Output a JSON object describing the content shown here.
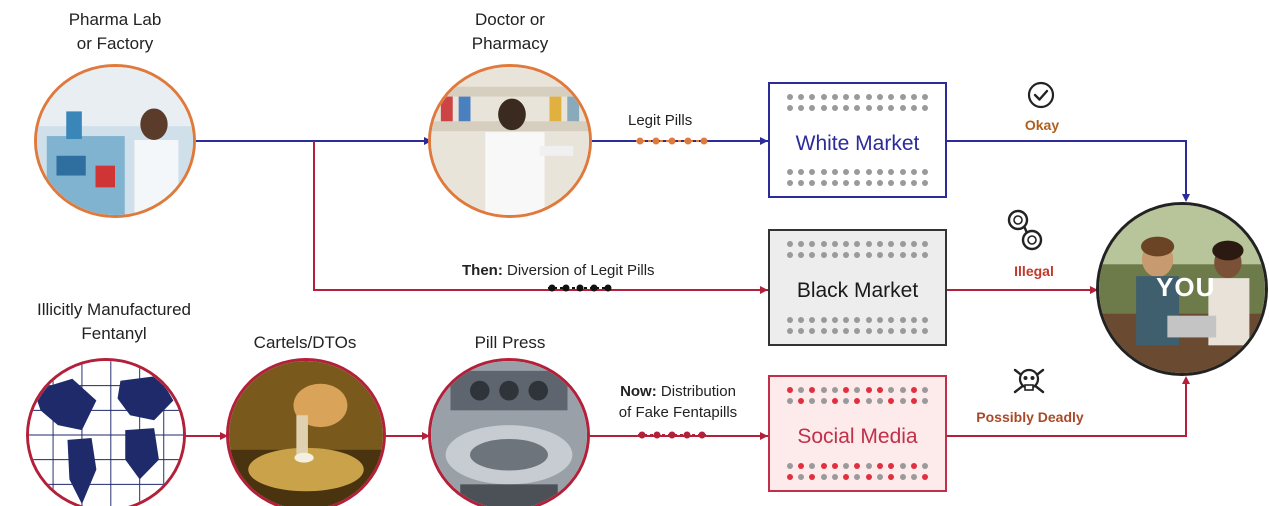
{
  "sources": {
    "pharma": {
      "line1": "Pharma Lab",
      "line2": "or Factory"
    },
    "doctor": {
      "line1": "Doctor or",
      "line2": "Pharmacy"
    },
    "illicit": {
      "line1": "Illicitly Manufactured",
      "line2": "Fentanyl"
    },
    "cartels": {
      "label": "Cartels/DTOs"
    },
    "press": {
      "label": "Pill Press"
    }
  },
  "flows": {
    "legit": {
      "label": "Legit Pills"
    },
    "then": {
      "prefix": "Then:",
      "text": "Diversion of Legit Pills"
    },
    "now": {
      "prefix": "Now:",
      "text1": "Distribution",
      "text2": "of Fake Fentapills"
    }
  },
  "markets": {
    "white": {
      "name": "White Market",
      "color": "#2b2b9a"
    },
    "black": {
      "name": "Black Market",
      "color": "#333333"
    },
    "social": {
      "name": "Social Media",
      "color": "#c0304a"
    }
  },
  "outcomes": {
    "okay": {
      "label": "Okay",
      "icon": "check-circle-icon"
    },
    "illegal": {
      "label": "Illegal",
      "icon": "handcuffs-icon"
    },
    "deadly": {
      "label": "Possibly Deadly",
      "icon": "skull-crossbones-icon"
    }
  },
  "target": {
    "label": "YOU"
  },
  "colors": {
    "blue_line": "#2b2b9a",
    "red_line": "#b3203a",
    "orange_accent": "#e07a3c"
  }
}
